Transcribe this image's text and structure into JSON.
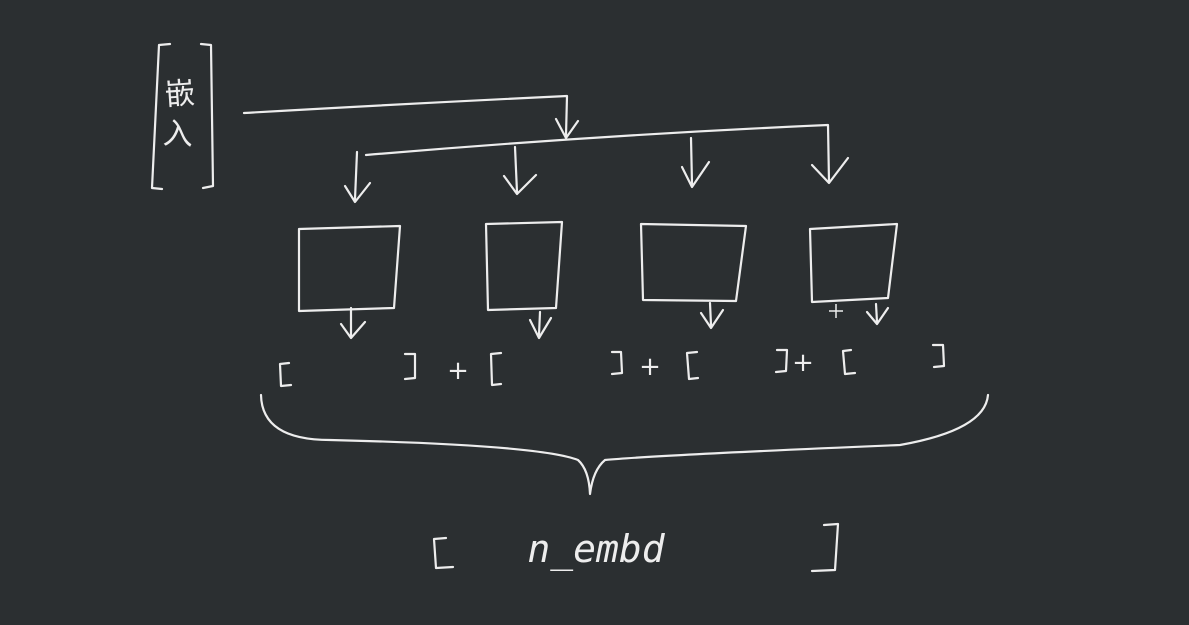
{
  "colors": {
    "background": "#2b2f31",
    "ink": "#ededed"
  },
  "input": {
    "label": "嵌入"
  },
  "output": {
    "label": "n_embd"
  },
  "head_count": 4,
  "concat": {
    "plus_symbol": "+",
    "open_bracket": "[",
    "close_bracket": "]"
  },
  "cursor": {
    "icon": "crosshair-cursor-icon"
  }
}
